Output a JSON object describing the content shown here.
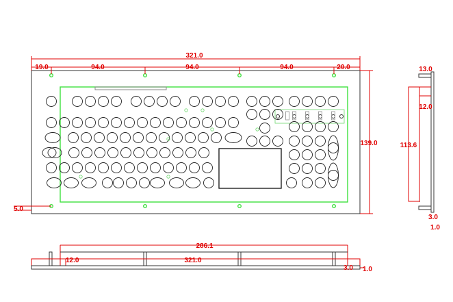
{
  "drawing": {
    "front_view": {
      "overall_width": "321.0",
      "hole_spacing": [
        "19.0",
        "94.0",
        "94.0",
        "94.0",
        "20.0"
      ],
      "overall_height": "139.0",
      "hole_offset_bottom": "5.0"
    },
    "side_view": {
      "flange_depth": "13.0",
      "top_offset": "12.0",
      "cutout_height": "113.6",
      "plate_thickness": "3.0",
      "face_thickness": "1.0"
    },
    "bottom_view": {
      "cutout_width": "286.1",
      "left_offset": "12.0",
      "overall_width": "321.0",
      "plate_thickness": "3.0",
      "face_thickness": "1.0"
    },
    "colors": {
      "dimension": "#e00000",
      "outline": "#333333",
      "cutout": "#3ee03e"
    }
  }
}
